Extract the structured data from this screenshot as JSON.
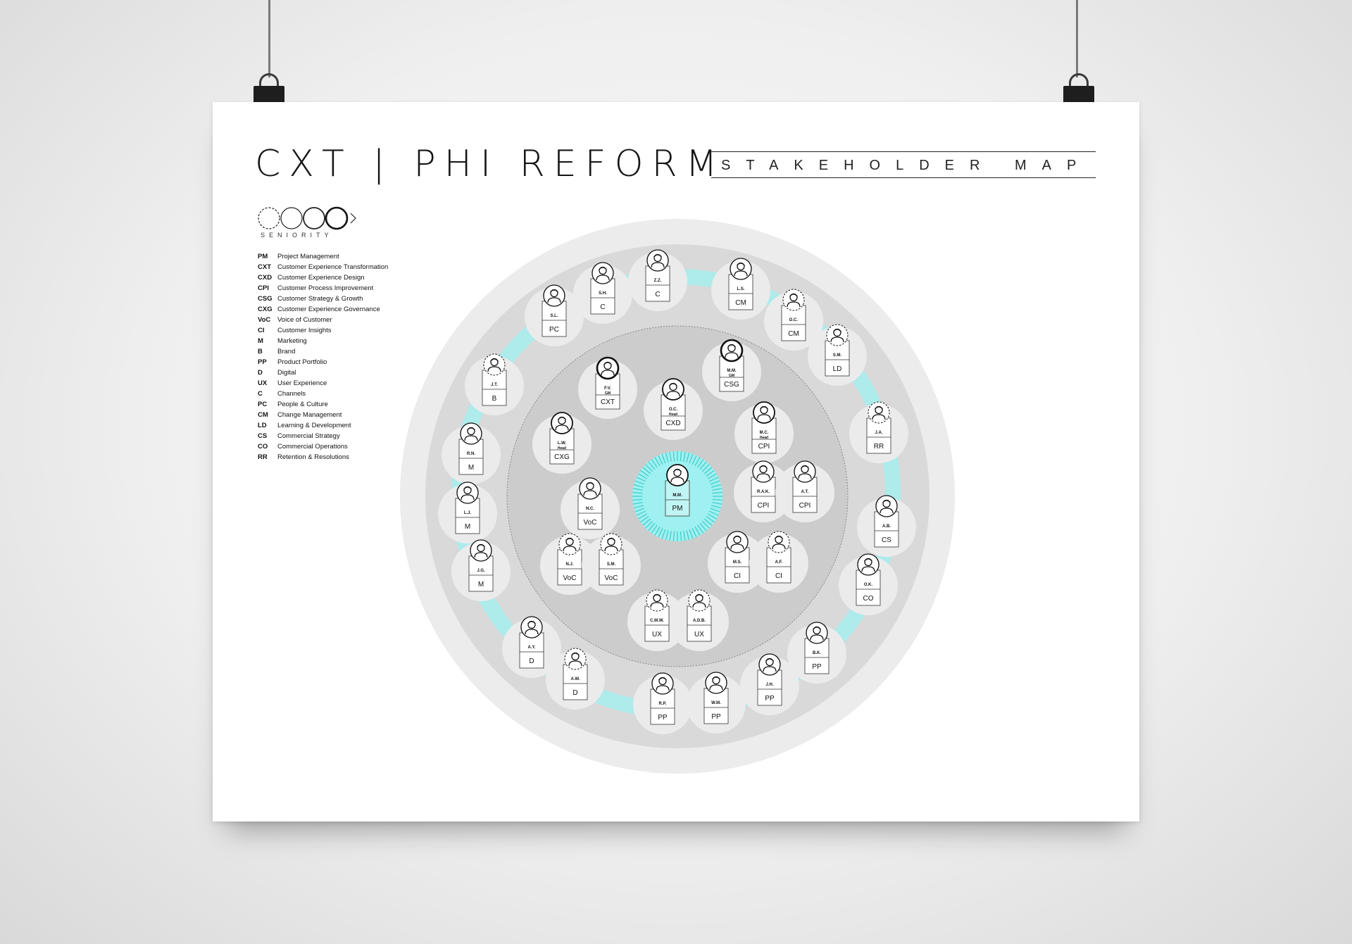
{
  "title": "CXT | PHI REFORM",
  "subtitle": "STAKEHOLDER MAP",
  "seniority_label": "SENIORITY",
  "legend": [
    {
      "code": "PM",
      "label": "Project Management"
    },
    {
      "code": "CXT",
      "label": "Customer Experience Transformation"
    },
    {
      "code": "CXD",
      "label": "Customer Experience Design"
    },
    {
      "code": "CPI",
      "label": "Customer Process Improvement"
    },
    {
      "code": "CSG",
      "label": "Customer Strategy & Growth"
    },
    {
      "code": "CXG",
      "label": "Customer Experience Governance"
    },
    {
      "code": "VoC",
      "label": "Voice of Customer"
    },
    {
      "code": "CI",
      "label": "Customer Insights"
    },
    {
      "code": "M",
      "label": "Marketing"
    },
    {
      "code": "B",
      "label": "Brand"
    },
    {
      "code": "PP",
      "label": "Product Portfolio"
    },
    {
      "code": "D",
      "label": "Digital"
    },
    {
      "code": "UX",
      "label": "User Experience"
    },
    {
      "code": "C",
      "label": "Channels"
    },
    {
      "code": "PC",
      "label": "People & Culture"
    },
    {
      "code": "CM",
      "label": "Change Management"
    },
    {
      "code": "LD",
      "label": "Learning & Development"
    },
    {
      "code": "CS",
      "label": "Commercial Strategy"
    },
    {
      "code": "CO",
      "label": "Commercial Operations"
    },
    {
      "code": "RR",
      "label": "Retention & Resolutions"
    }
  ],
  "colors": {
    "accent": "#9ff0f0",
    "accent_dark": "#3fcaca",
    "ring_outer": "#ececec",
    "ring_middle": "#d9d9d9",
    "ring_inner": "#cccccc",
    "bubble": "#ebebeb"
  },
  "center": {
    "initials": "M.M.",
    "code": "PM"
  },
  "inner_nodes": [
    {
      "initials": "F.V.",
      "title": "GM",
      "code": "CXT",
      "seniority": 3
    },
    {
      "initials": "O.C.",
      "title": "Head",
      "code": "CXD",
      "seniority": 2
    },
    {
      "initials": "M.M.",
      "title": "GM",
      "code": "CSG",
      "seniority": 3
    },
    {
      "initials": "L.W.",
      "title": "Head",
      "code": "CXG",
      "seniority": 2
    },
    {
      "initials": "M.C.",
      "title": "Head",
      "code": "CPI",
      "seniority": 2
    },
    {
      "initials": "R.A.K.",
      "code": "CPI",
      "seniority": 1
    },
    {
      "initials": "A.T.",
      "code": "CPI",
      "seniority": 1
    },
    {
      "initials": "N.C.",
      "code": "VoC",
      "seniority": 1
    },
    {
      "initials": "M.S.",
      "code": "CI",
      "seniority": 1
    },
    {
      "initials": "A.F.",
      "code": "CI",
      "seniority": 0
    },
    {
      "initials": "N.J.",
      "code": "VoC",
      "seniority": 0
    },
    {
      "initials": "S.M.",
      "code": "VoC",
      "seniority": 0
    },
    {
      "initials": "C.M.W.",
      "code": "UX",
      "seniority": 0
    },
    {
      "initials": "A.D.B.",
      "code": "UX",
      "seniority": 0
    }
  ],
  "outer_nodes": [
    {
      "initials": "S.L.",
      "code": "PC",
      "seniority": 1
    },
    {
      "initials": "S.H.",
      "code": "C",
      "seniority": 1
    },
    {
      "initials": "Z.Z.",
      "code": "C",
      "seniority": 1
    },
    {
      "initials": "L.S.",
      "code": "CM",
      "seniority": 1
    },
    {
      "initials": "D.C.",
      "code": "CM",
      "seniority": 0
    },
    {
      "initials": "S.M.",
      "code": "LD",
      "seniority": 0
    },
    {
      "initials": "J.T.",
      "code": "B",
      "seniority": 0
    },
    {
      "initials": "J.A.",
      "code": "RR",
      "seniority": 0
    },
    {
      "initials": "R.N.",
      "code": "M",
      "seniority": 1
    },
    {
      "initials": "L.J.",
      "code": "M",
      "seniority": 1
    },
    {
      "initials": "A.B.",
      "code": "CS",
      "seniority": 1
    },
    {
      "initials": "J.G.",
      "code": "M",
      "seniority": 1
    },
    {
      "initials": "O.K.",
      "code": "CO",
      "seniority": 1
    },
    {
      "initials": "A.Y.",
      "code": "D",
      "seniority": 1
    },
    {
      "initials": "B.K.",
      "code": "PP",
      "seniority": 1
    },
    {
      "initials": "A.W.",
      "code": "D",
      "seniority": 0
    },
    {
      "initials": "J.H.",
      "code": "PP",
      "seniority": 1
    },
    {
      "initials": "R.P.",
      "code": "PP",
      "seniority": 1
    },
    {
      "initials": "W.M.",
      "code": "PP",
      "seniority": 1
    }
  ]
}
